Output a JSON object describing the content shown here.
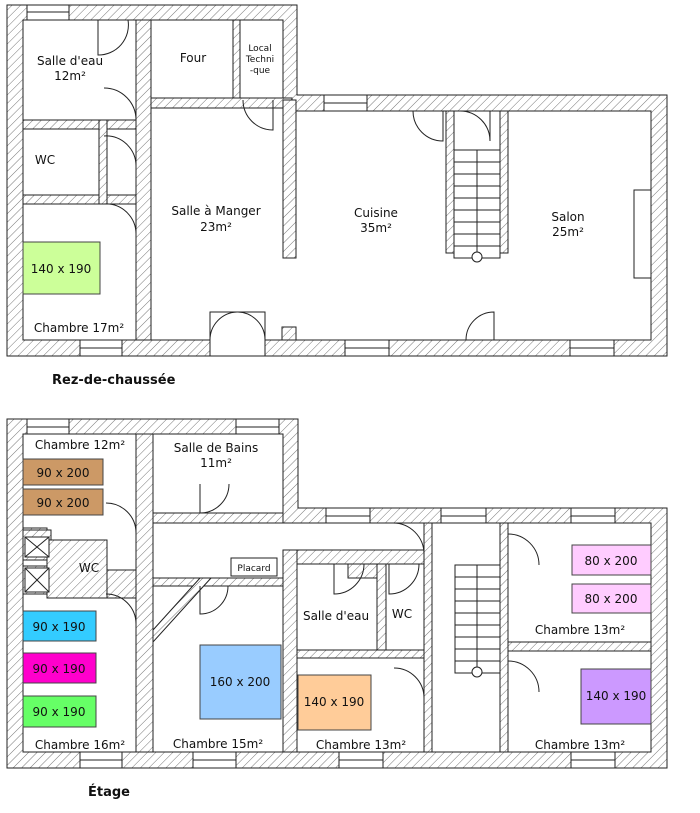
{
  "floors": {
    "ground": {
      "label": "Rez-de-chaussée",
      "rooms": {
        "salle_eau": {
          "name": "Salle d'eau",
          "area": "12m²"
        },
        "four": {
          "name": "Four"
        },
        "local_technique": {
          "line1": "Local",
          "line2": "Techni",
          "line3": "-que"
        },
        "wc": {
          "name": "WC"
        },
        "salle_manger": {
          "name": "Salle à Manger",
          "area": "23m²"
        },
        "cuisine": {
          "name": "Cuisine",
          "area": "35m²"
        },
        "salon": {
          "name": "Salon",
          "area": "25m²"
        },
        "chambre17": {
          "name": "Chambre 17m²"
        }
      },
      "beds": [
        {
          "label": "140 x 190",
          "color": "#ccff99"
        }
      ]
    },
    "upper": {
      "label": "Étage",
      "rooms": {
        "chambre12": {
          "name": "Chambre 12m²"
        },
        "salle_bains": {
          "name": "Salle de Bains",
          "area": "11m²"
        },
        "wc_left": {
          "name": "WC"
        },
        "placard": {
          "name": "Placard"
        },
        "salle_eau": {
          "name": "Salle d'eau"
        },
        "wc_mid": {
          "name": "WC"
        },
        "chambre16": {
          "name": "Chambre 16m²"
        },
        "chambre15": {
          "name": "Chambre 15m²"
        },
        "chambre13_mid": {
          "name": "Chambre 13m²"
        },
        "chambre13_top_right": {
          "name": "Chambre 13m²"
        },
        "chambre13_bottom_right": {
          "name": "Chambre 13m²"
        }
      },
      "beds": [
        {
          "label": "90 x 200",
          "color": "#cc9966"
        },
        {
          "label": "90 x 200",
          "color": "#cc9966"
        },
        {
          "label": "90 x 190",
          "color": "#33ccff"
        },
        {
          "label": "90 x 190",
          "color": "#ff00cc"
        },
        {
          "label": "90 x 190",
          "color": "#66ff66"
        },
        {
          "label": "160 x 200",
          "color": "#99ccff"
        },
        {
          "label": "140 x 190",
          "color": "#ffcc99"
        },
        {
          "label": "80 x 200",
          "color": "#ffccff"
        },
        {
          "label": "80 x 200",
          "color": "#ffccff"
        },
        {
          "label": "140 x 190",
          "color": "#cc99ff"
        }
      ]
    }
  }
}
